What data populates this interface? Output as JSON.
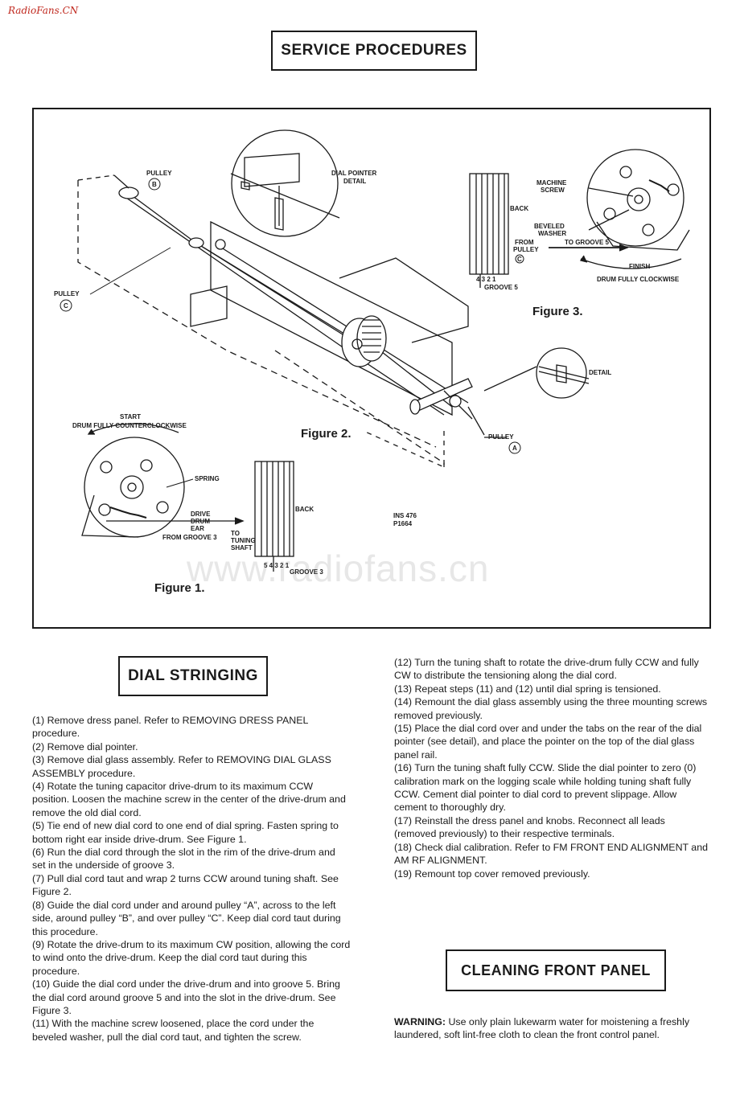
{
  "site_tag": "RadioFans.CN",
  "page_title": "SERVICE PROCEDURES",
  "watermark": "www.radiofans.cn",
  "figures": {
    "figure1_caption": "Figure 1.",
    "figure2_caption": "Figure 2.",
    "figure3_caption": "Figure 3.",
    "labels": {
      "pulley": "PULLEY",
      "pulley_a": "A",
      "pulley_b": "B",
      "pulley_c": "C",
      "dial_pointer_detail_1": "DIAL POINTER",
      "dial_pointer_detail_2": "DETAIL",
      "detail": "DETAIL",
      "start": "START",
      "drum_ccw": "DRUM FULLY COUNTERCLOCKWISE",
      "spring": "SPRING",
      "drive_drum_ear_1": "DRIVE",
      "drive_drum_ear_2": "DRUM",
      "drive_drum_ear_3": "EAR",
      "from_groove_3": "FROM GROOVE 3",
      "to_tuning_shaft_1": "TO",
      "to_tuning_shaft_2": "TUNING",
      "to_tuning_shaft_3": "SHAFT",
      "back": "BACK",
      "groove_numbers_fig1": "5 4 3 2 1",
      "groove_3": "GROOVE 3",
      "ins_1": "INS 476",
      "ins_2": "P1664",
      "machine_screw_1": "MACHINE",
      "machine_screw_2": "SCREW",
      "beveled_washer_1": "BEVELED",
      "beveled_washer_2": "WASHER",
      "from_pulley_1": "FROM",
      "from_pulley_2": "PULLEY",
      "from_pulley_3": "C",
      "to_groove_5": "TO GROOVE 5",
      "finish": "FINISH",
      "drum_cw": "DRUM FULLY CLOCKWISE",
      "groove_numbers_fig3": "4 3 2 1",
      "groove_5": "GROOVE 5"
    }
  },
  "dial_stringing": {
    "title": "DIAL STRINGING",
    "steps_left": [
      "(1) Remove dress panel. Refer to REMOVING DRESS PANEL procedure.",
      "(2) Remove dial pointer.",
      "(3) Remove dial glass assembly. Refer to REMOVING DIAL GLASS ASSEMBLY procedure.",
      "(4) Rotate the tuning capacitor drive-drum to its maximum CCW position. Loosen the machine screw in the center of the drive-drum and remove the old dial cord.",
      "(5) Tie end of new dial cord to one end of dial spring. Fasten spring to bottom right ear inside drive-drum. See Figure 1.",
      "(6) Run the dial cord through the slot in the rim of the drive-drum and set in the underside of groove 3.",
      "(7) Pull dial cord taut and wrap 2 turns CCW around tuning shaft. See Figure 2.",
      "(8) Guide the dial cord under and around pulley “A”, across to the left side, around pulley “B”, and over pulley “C”. Keep dial cord taut during this procedure.",
      "(9) Rotate the drive-drum to its maximum CW position, allowing the cord to wind onto the drive-drum. Keep the dial cord taut during this procedure.",
      "(10) Guide the dial cord under the drive-drum and into groove 5. Bring the dial cord around groove 5 and into the slot in the drive-drum. See Figure 3.",
      "(11) With the machine screw loosened, place the cord under the beveled washer, pull the dial cord taut, and tighten the screw."
    ],
    "steps_right": [
      "(12) Turn the tuning shaft to rotate the drive-drum fully CCW and fully CW to distribute the tensioning along the dial cord.",
      "(13) Repeat steps (11) and (12) until dial spring is tensioned.",
      "(14) Remount the dial glass assembly using the three mounting screws removed previously.",
      "(15) Place the dial cord over and under the tabs on the rear of the dial pointer (see detail), and place the pointer on the top of the dial glass panel rail.",
      "(16) Turn the tuning shaft fully CCW. Slide the dial pointer to zero (0) calibration mark on the logging scale while holding tuning shaft fully CCW. Cement dial pointer to dial cord to prevent slippage. Allow cement to thoroughly dry.",
      "(17) Reinstall the dress panel and knobs. Reconnect all leads (removed previously) to their respective terminals.",
      "(18) Check dial calibration. Refer to FM FRONT END ALIGNMENT and AM RF ALIGNMENT.",
      "(19) Remount top cover removed previously."
    ]
  },
  "cleaning": {
    "title": "CLEANING FRONT PANEL",
    "warning_label": "WARNING:",
    "warning_text": " Use only plain lukewarm water for moistening a freshly laundered, soft lint-free cloth to clean the front control panel."
  }
}
